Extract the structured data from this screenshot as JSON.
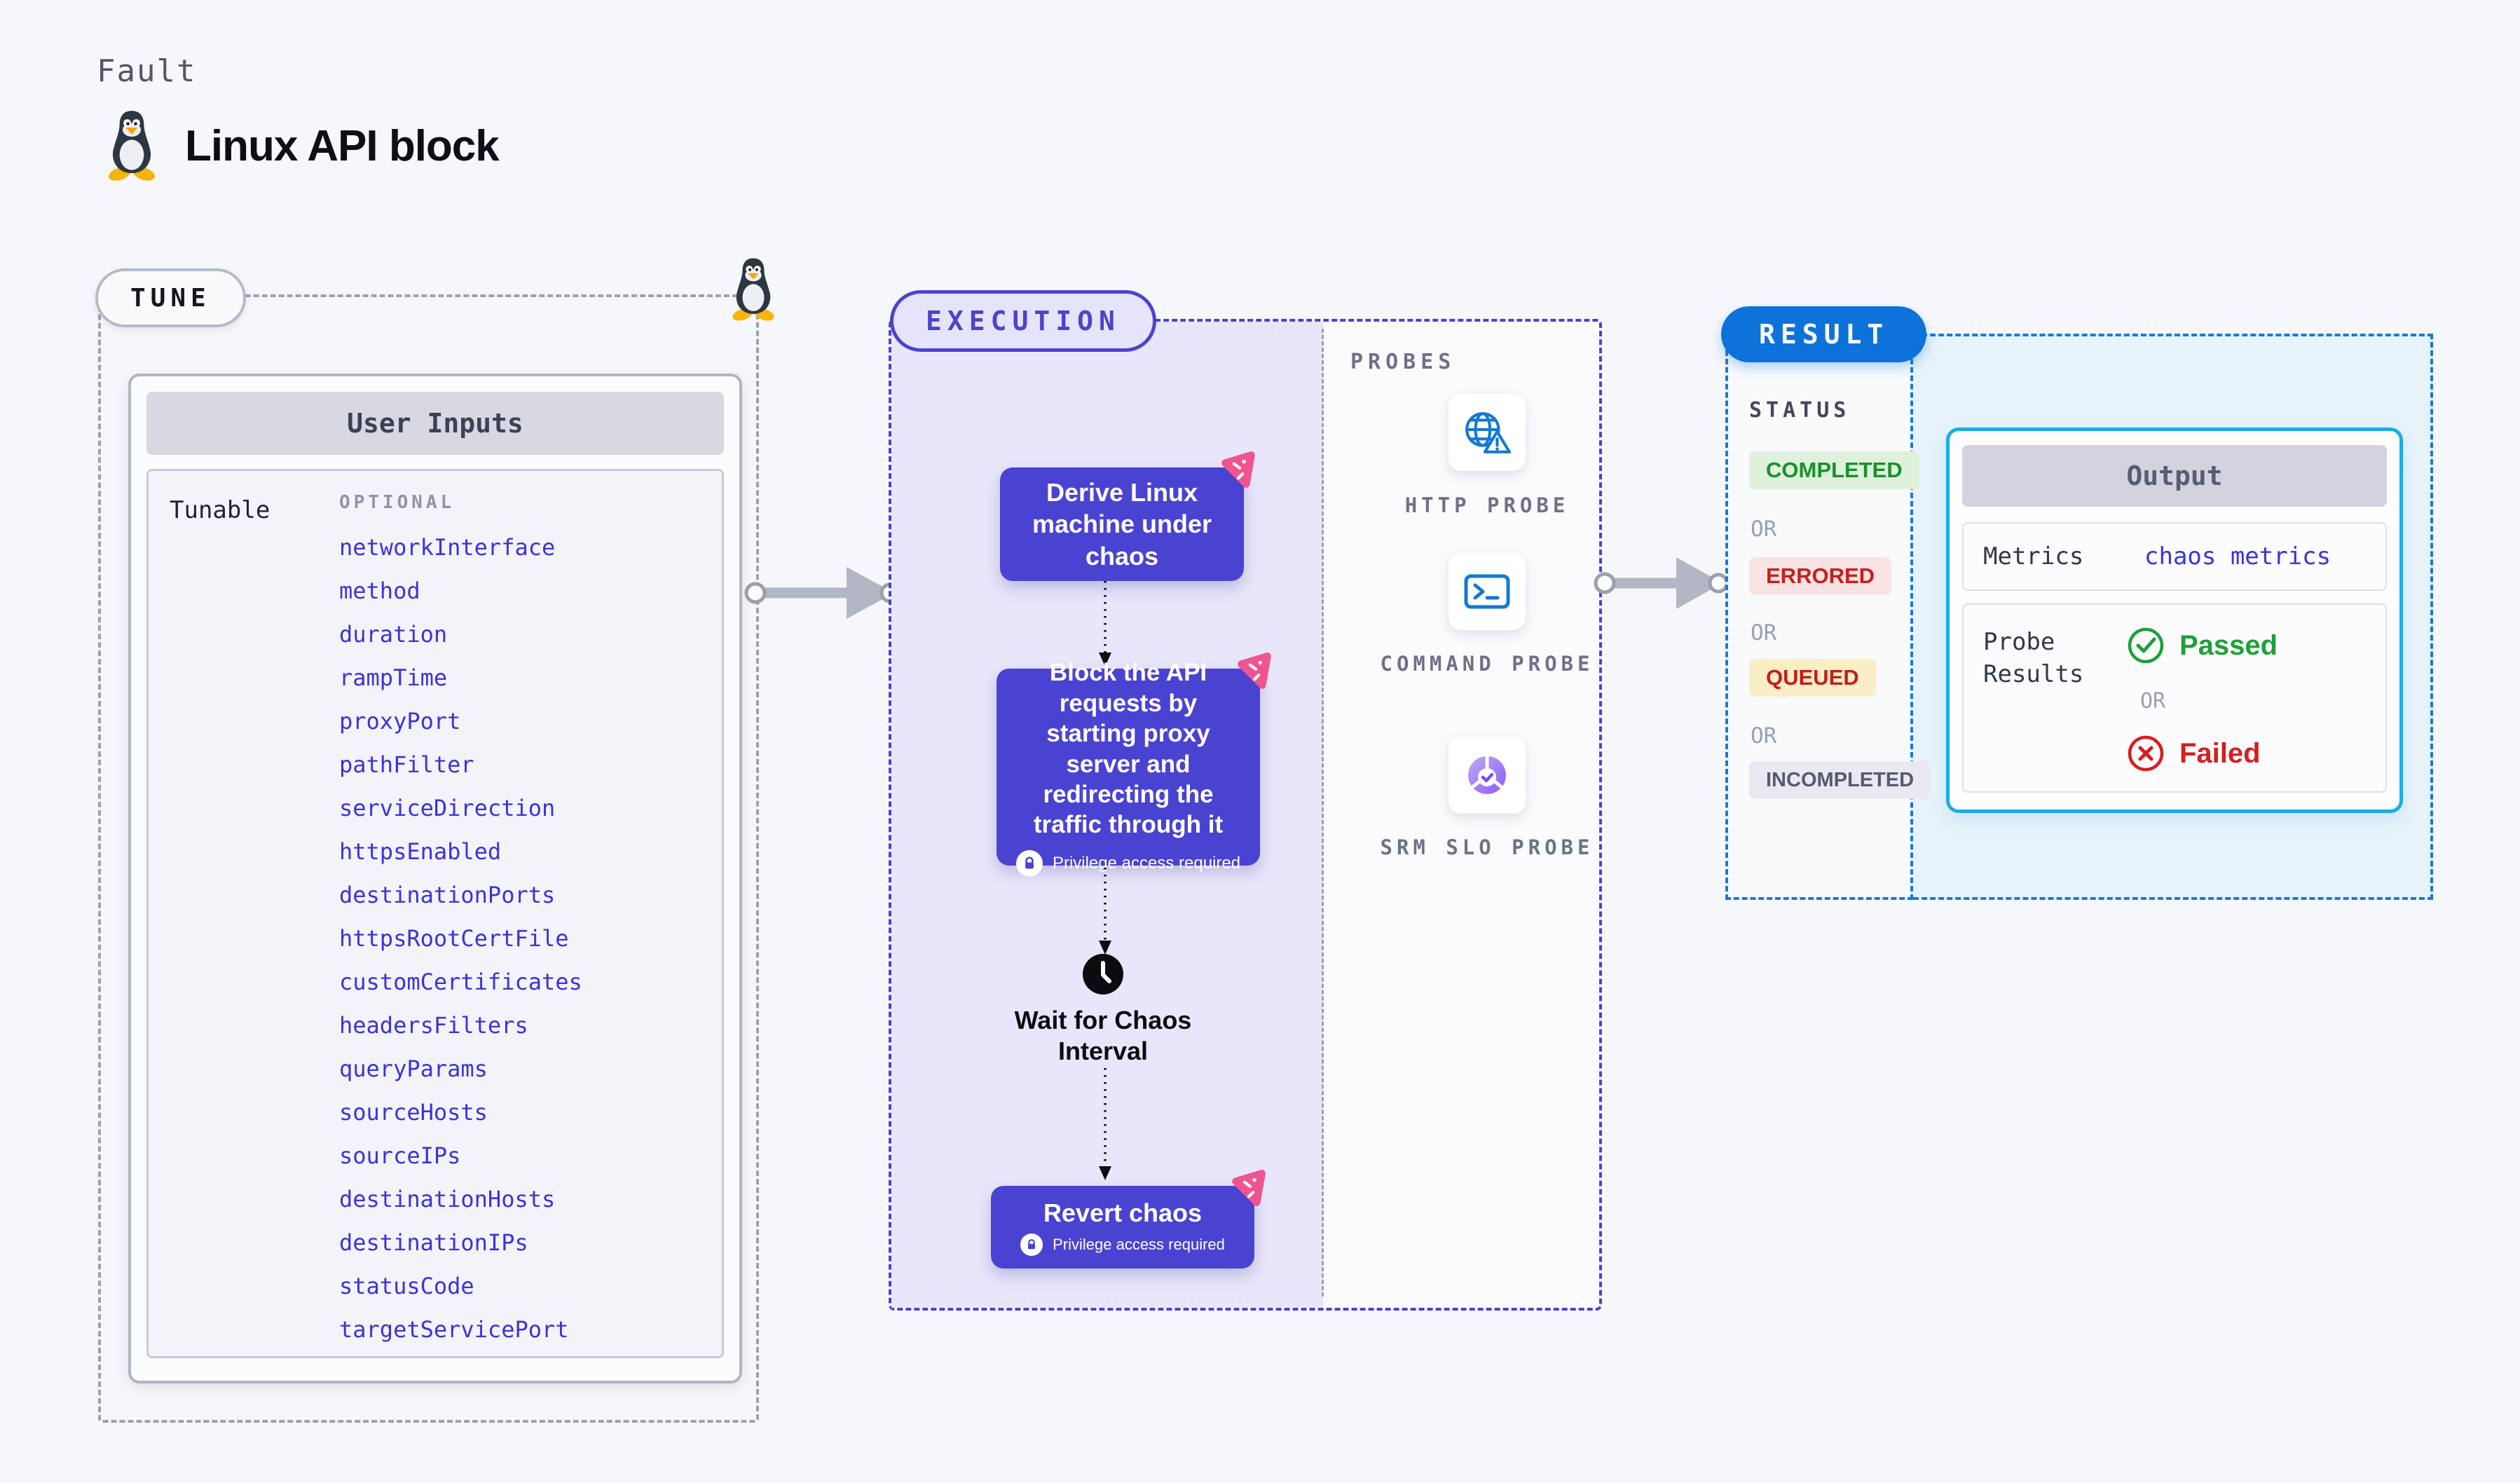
{
  "page": {
    "kicker": "Fault",
    "title": "Linux API block"
  },
  "tune": {
    "badge": "TUNE",
    "card_header": "User Inputs",
    "row_label": "Tunable",
    "optional_label": "OPTIONAL",
    "params": [
      "networkInterface",
      "method",
      "duration",
      "rampTime",
      "proxyPort",
      "pathFilter",
      "serviceDirection",
      "httpsEnabled",
      "destinationPorts",
      "httpsRootCertFile",
      "customCertificates",
      "headersFilters",
      "queryParams",
      "sourceHosts",
      "sourceIPs",
      "destinationHosts",
      "destinationIPs",
      "statusCode",
      "targetServicePort"
    ]
  },
  "execution": {
    "badge": "EXECUTION",
    "step1": "Derive Linux machine under chaos",
    "step2": "Block the API requests by starting proxy server and redirecting the traffic through it",
    "wait": "Wait for Chaos Interval",
    "step3": "Revert chaos",
    "privilege_label": "Privilege access required"
  },
  "probes": {
    "label": "PROBES",
    "items": [
      {
        "name": "HTTP PROBE",
        "icon": "http-probe-icon"
      },
      {
        "name": "COMMAND PROBE",
        "icon": "command-probe-icon"
      },
      {
        "name": "SRM SLO PROBE",
        "icon": "srm-slo-probe-icon"
      }
    ]
  },
  "result": {
    "badge": "RESULT",
    "status_label": "STATUS",
    "or_label": "OR",
    "statuses": [
      "COMPLETED",
      "ERRORED",
      "QUEUED",
      "INCOMPLETED"
    ],
    "output": {
      "header": "Output",
      "metrics_label": "Metrics",
      "metrics_value": "chaos metrics",
      "probe_results_label": "Probe Results",
      "passed_label": "Passed",
      "failed_label": "Failed",
      "or_label": "OR"
    }
  },
  "colors": {
    "step_indigo": "#4a43d1",
    "execution_border": "#4c43ce",
    "param_blue": "#3b33d8",
    "result_blue": "#0d73da",
    "output_border_cyan": "#1aade4",
    "probe_icon_blue": "#1479d2",
    "chaos_pink": "#f0548e",
    "passed_green": "#1da138",
    "failed_red": "#d41f1f"
  }
}
